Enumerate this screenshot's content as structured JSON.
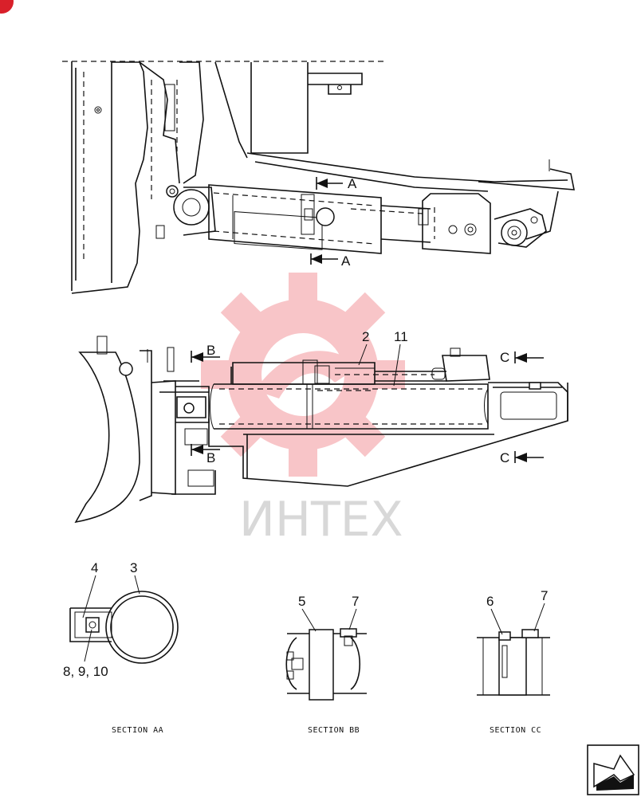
{
  "views": {
    "top_section_markers": [
      "A",
      "A"
    ],
    "middle_section_markers": [
      "B",
      "B",
      "C",
      "C"
    ]
  },
  "callouts": {
    "c2": "2",
    "c11": "11",
    "c4": "4",
    "c3": "3",
    "c8910": "8, 9, 10",
    "c5": "5",
    "c7a": "7",
    "c6": "6",
    "c7b": "7"
  },
  "section_titles": {
    "aa": "SECTION AA",
    "bb": "SECTION BB",
    "cc": "SECTION CC"
  },
  "watermark": {
    "text": "ИНТЕХ",
    "color": "#e8323c"
  },
  "corner_badge_color": "#d9202a"
}
